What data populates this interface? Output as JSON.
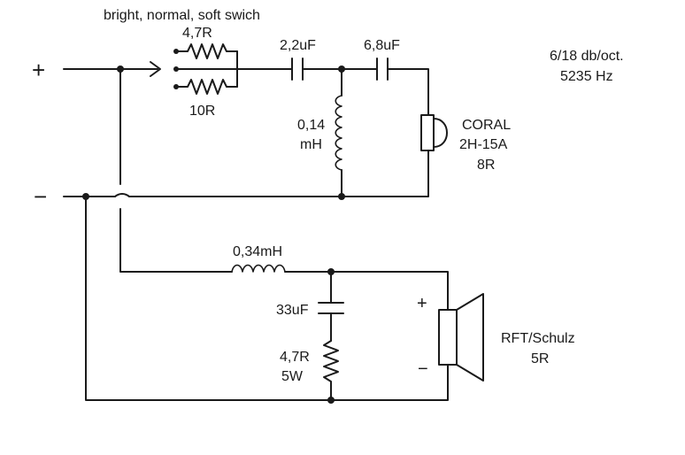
{
  "switch_label": "bright, normal, soft swich",
  "resistor_top": "4,7R",
  "resistor_bottom": "10R",
  "cap_1": "2,2uF",
  "cap_2": "6,8uF",
  "tweeter_slope": "6/18 db/oct.",
  "tweeter_freq": "5235 Hz",
  "inductor_hf_value": "0,14",
  "inductor_hf_unit": "mH",
  "tweeter_name": "CORAL",
  "tweeter_model": "2H-15A",
  "tweeter_impedance": "8R",
  "input_plus": "+",
  "input_minus": "−",
  "inductor_lf": "0,34mH",
  "cap_lf": "33uF",
  "resistor_lf_value": "4,7R",
  "resistor_lf_power": "5W",
  "woofer_plus": "+",
  "woofer_minus": "−",
  "woofer_name": "RFT/Schulz",
  "woofer_impedance": "5R",
  "colors": {
    "ink": "#1a1a1a",
    "background": "#ffffff"
  }
}
